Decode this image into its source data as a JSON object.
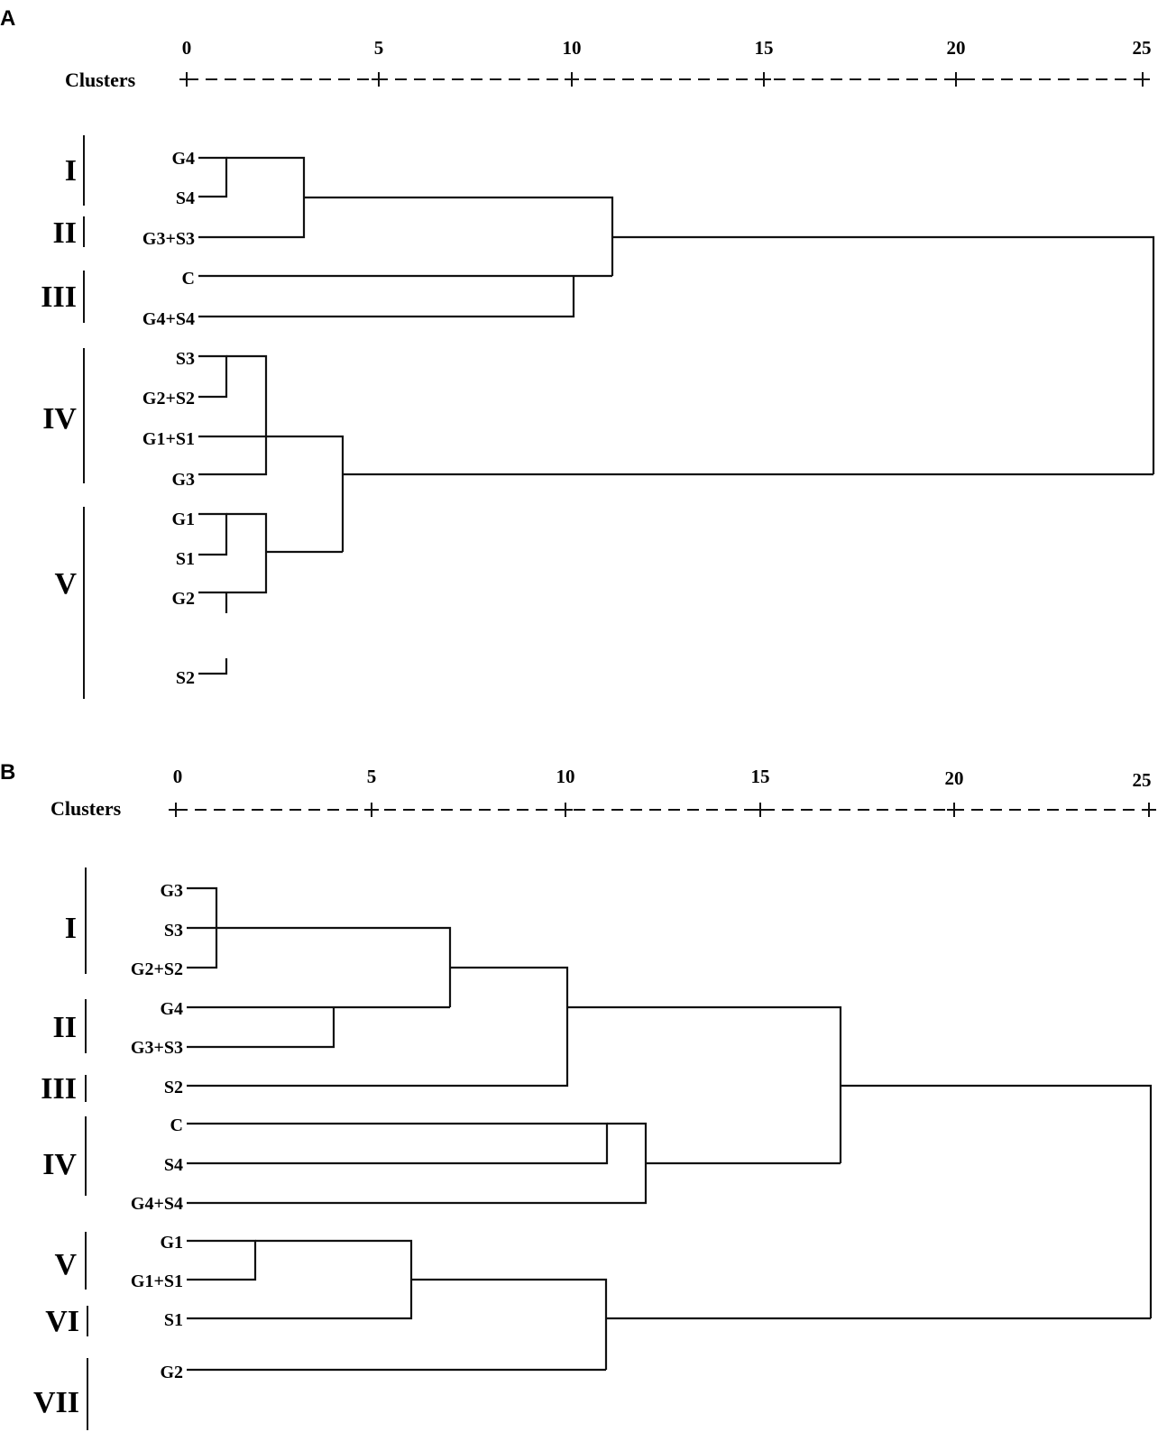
{
  "panels": [
    {
      "letter": "A",
      "axis_title": "Clusters",
      "ticks": [
        "0",
        "5",
        "10",
        "15",
        "20",
        "25"
      ],
      "leaves": [
        "G4",
        "S4",
        "G3+S3",
        "C",
        "G4+S4",
        "S3",
        "G2+S2",
        "G1+S1",
        "G3",
        "G1",
        "S1",
        "G2",
        "S2"
      ],
      "groups": [
        "I",
        "II",
        "III",
        "IV",
        "V"
      ]
    },
    {
      "letter": "B",
      "axis_title": "Clusters",
      "ticks": [
        "0",
        "5",
        "10",
        "15",
        "20",
        "25"
      ],
      "leaves": [
        "G3",
        "S3",
        "G2+S2",
        "G4",
        "G3+S3",
        "S2",
        "C",
        "S4",
        "G4+S4",
        "G1",
        "G1+S1",
        "S1",
        "G2"
      ],
      "groups": [
        "I",
        "II",
        "III",
        "IV",
        "V",
        "VI",
        "VII"
      ]
    }
  ]
}
